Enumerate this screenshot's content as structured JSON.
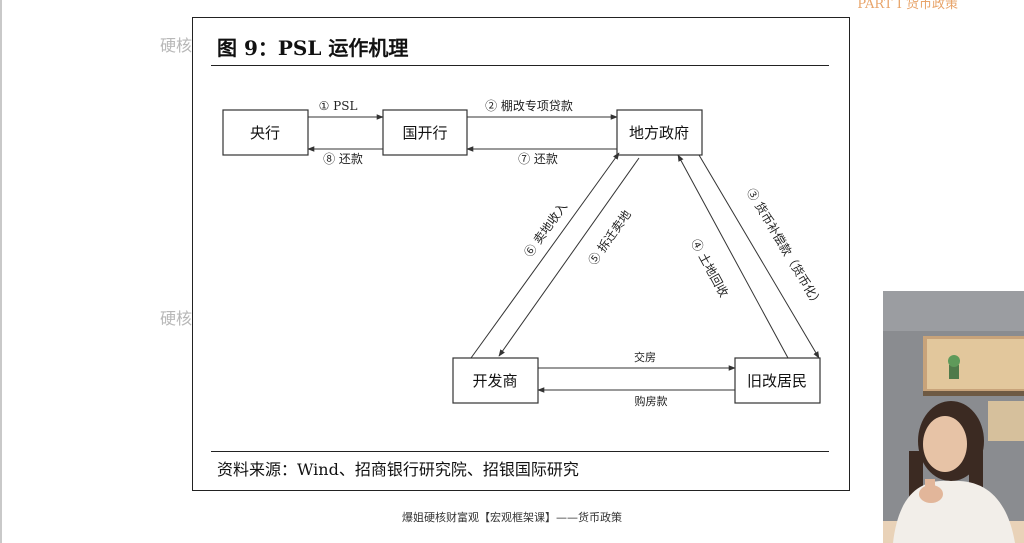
{
  "header": {
    "top_right_text": "PART I 货币政策"
  },
  "watermarks": [
    "硬核",
    "硬核"
  ],
  "figure": {
    "title": "图 9：PSL 运作机理",
    "source": "资料来源：Wind、招商银行研究院、招银国际研究"
  },
  "diagram": {
    "nodes": {
      "central_bank": "央行",
      "cdb": "国开行",
      "local_gov": "地方政府",
      "developer": "开发商",
      "residents": "旧改居民"
    },
    "edges": {
      "e1": "① PSL",
      "e2": "② 棚改专项贷款",
      "e3": "③ 货币补偿款（货币化）",
      "e4": "④ 土地回收",
      "e5": "⑤ 拆迁卖地",
      "e6": "⑥ 卖地收入",
      "e7": "⑦ 还款",
      "e8": "⑧ 还款",
      "e9": "交房",
      "e10": "购房款"
    }
  },
  "footer": {
    "caption": "爆姐硬核财富观【宏观框架课】——货币政策"
  },
  "webcam": {
    "label": "presenter-video"
  }
}
